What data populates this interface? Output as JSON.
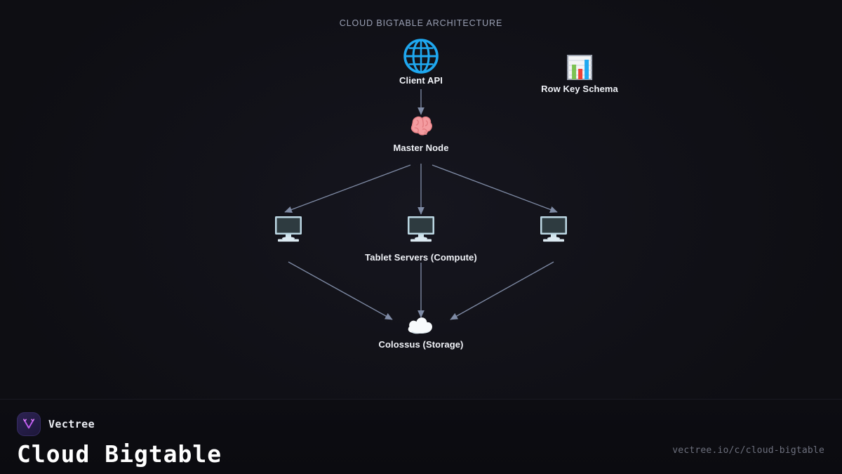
{
  "diagram": {
    "title": "CLOUD BIGTABLE ARCHITECTURE",
    "edge_color": "#7f8ba5",
    "nodes": {
      "client": {
        "icon": "globe-icon",
        "label": "Client API",
        "color": "#1fa8f0"
      },
      "schema": {
        "icon": "bar-chart-icon",
        "label": "Row Key Schema"
      },
      "master": {
        "icon": "brain-icon",
        "label": "Master Node"
      },
      "tablet_servers": {
        "icon": "desktop-computer-icon",
        "label": "Tablet Servers (Compute)",
        "count": 3
      },
      "colossus": {
        "icon": "cloud-icon",
        "label": "Colossus (Storage)"
      }
    },
    "edges": [
      {
        "from": "Client API",
        "to": "Master Node"
      },
      {
        "from": "Master Node",
        "to": "Tablet Server 1"
      },
      {
        "from": "Master Node",
        "to": "Tablet Server 2"
      },
      {
        "from": "Master Node",
        "to": "Tablet Server 3"
      },
      {
        "from": "Tablet Server 1",
        "to": "Colossus (Storage)"
      },
      {
        "from": "Tablet Server 2",
        "to": "Colossus (Storage)"
      },
      {
        "from": "Tablet Server 3",
        "to": "Colossus (Storage)"
      }
    ]
  },
  "footer": {
    "brand": "Vectree",
    "logo_icon": "vectree-v-logo",
    "title": "Cloud Bigtable",
    "url": "vectree.io/c/cloud-bigtable",
    "accent": "#c05cf0"
  }
}
